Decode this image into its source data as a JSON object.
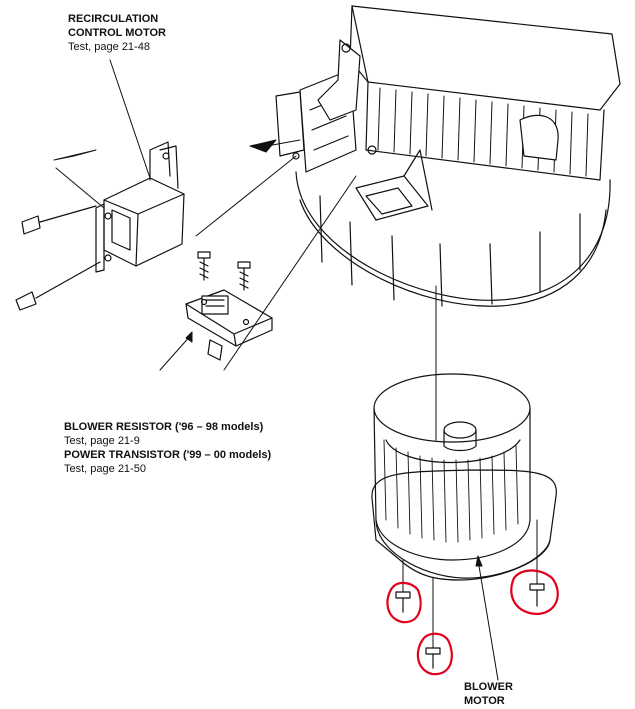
{
  "labels": {
    "recirc_motor": {
      "line1": "RECIRCULATION",
      "line2": "CONTROL MOTOR",
      "test": "Test, page 21-48"
    },
    "blower_resistor": {
      "title": "BLOWER RESISTOR ('96 – 98 models)",
      "test": "Test, page 21-9"
    },
    "power_transistor": {
      "title": "POWER TRANSISTOR ('99 – 00 models)",
      "test": "Test, page 21-50"
    },
    "blower_motor": {
      "line1": "BLOWER",
      "line2": "MOTOR"
    }
  },
  "colors": {
    "line": "#111111",
    "highlight": "#e0001b",
    "background": "#ffffff"
  }
}
